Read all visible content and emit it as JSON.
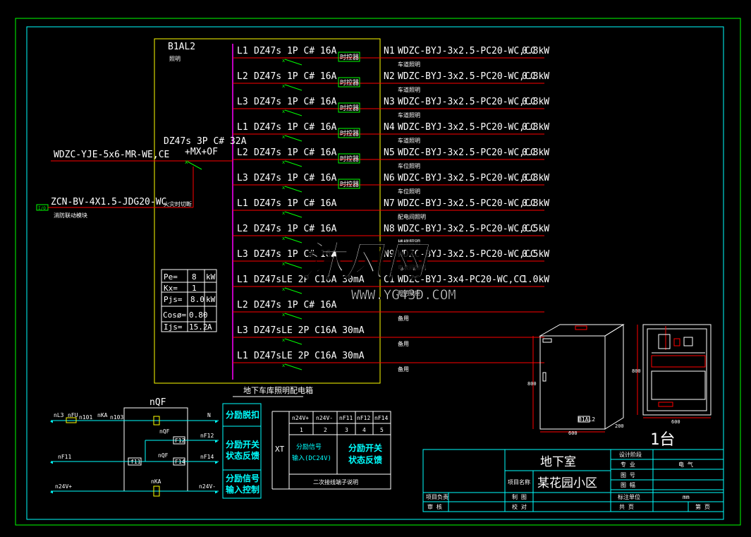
{
  "panel": {
    "id": "B1AL2",
    "sub": "照明",
    "caption": "地下车库照明配电箱",
    "main_breaker": "DZ47s 3P C# 32A",
    "main_breaker_aux": "+MX+OF",
    "incoming_cable": "WDZC-YJE-5x6-MR-WE,CE",
    "fire_cable": "ZCN-BV-4X1.5-JDG20-WC",
    "fire_module_tag": "I/O",
    "fire_module_note": "消防联动模块",
    "fire_cut_label": "火灾时切断",
    "load_table": [
      {
        "k": "Pe=",
        "v": "8",
        "u": "kW"
      },
      {
        "k": "Kx=",
        "v": "1",
        "u": ""
      },
      {
        "k": "Pjs=",
        "v": "8.0",
        "u": "kW"
      },
      {
        "k": "Cosø=",
        "v": "0.80",
        "u": ""
      },
      {
        "k": "Ijs=",
        "v": "15.2",
        "u": "A"
      }
    ]
  },
  "circuits": [
    {
      "phase": "L1",
      "breaker": "DZ47s  1P  C# 16A",
      "timer": "时控器",
      "id": "N1",
      "cable": "WDZC-BYJ-3x2.5-PC20-WC,CC",
      "power": "0.8kW",
      "note": "车道照明"
    },
    {
      "phase": "L2",
      "breaker": "DZ47s  1P  C# 16A",
      "timer": "时控器",
      "id": "N2",
      "cable": "WDZC-BYJ-3x2.5-PC20-WC,CC",
      "power": "0.8kW",
      "note": "车道照明"
    },
    {
      "phase": "L3",
      "breaker": "DZ47s  1P  C# 16A",
      "timer": "时控器",
      "id": "N3",
      "cable": "WDZC-BYJ-3x2.5-PC20-WC,CC",
      "power": "0.8kW",
      "note": "车道照明"
    },
    {
      "phase": "L1",
      "breaker": "DZ47s  1P  C# 16A",
      "timer": "时控器",
      "id": "N4",
      "cable": "WDZC-BYJ-3x2.5-PC20-WC,CC",
      "power": "0.8kW",
      "note": "车道照明"
    },
    {
      "phase": "L2",
      "breaker": "DZ47s  1P  C# 16A",
      "timer": "时控器",
      "id": "N5",
      "cable": "WDZC-BYJ-3x2.5-PC20-WC,CC",
      "power": "0.8kW",
      "note": "车位照明"
    },
    {
      "phase": "L3",
      "breaker": "DZ47s  1P  C# 16A",
      "timer": "时控器",
      "id": "N6",
      "cable": "WDZC-BYJ-3x2.5-PC20-WC,CC",
      "power": "0.8kW",
      "note": "车位照明"
    },
    {
      "phase": "L1",
      "breaker": "DZ47s  1P  C# 16A",
      "timer": "",
      "id": "N7",
      "cable": "WDZC-BYJ-3x2.5-PC20-WC,CC",
      "power": "0.8kW",
      "note": "配电间照明"
    },
    {
      "phase": "L2",
      "breaker": "DZ47s  1P  C# 16A",
      "timer": "",
      "id": "N8",
      "cable": "WDZC-BYJ-3x2.5-PC20-WC,CC",
      "power": "0.5kW",
      "note": "楼梯照明"
    },
    {
      "phase": "L3",
      "breaker": "DZ47s  1P  C# 16A",
      "timer": "",
      "id": "N9",
      "cable": "WDZC-BYJ-3x2.5-PC20-WC,CC",
      "power": "0.5kW",
      "note": "电表间照明"
    },
    {
      "phase": "L1",
      "breaker": "DZ47sLE  2P  C16A  30mA",
      "timer": "",
      "id": "C1",
      "cable": "WDZC-BYJ-3x4-PC20-WC,CC",
      "power": "1.0kW",
      "note": "照明插座"
    },
    {
      "phase": "L2",
      "breaker": "DZ47s  1P  C# 16A",
      "timer": "",
      "id": "",
      "cable": "",
      "power": "",
      "note": "备用"
    },
    {
      "phase": "L3",
      "breaker": "DZ47sLE  2P  C16A  30mA",
      "timer": "",
      "id": "",
      "cable": "",
      "power": "",
      "note": "备用"
    },
    {
      "phase": "L1",
      "breaker": "DZ47sLE  2P  C16A  30mA",
      "timer": "",
      "id": "",
      "cable": "",
      "power": "",
      "note": "备用"
    }
  ],
  "control": {
    "breaker": "nQF",
    "fuse": "nFU",
    "ka": "nKA",
    "wires": {
      "nL3": "nL3",
      "n101": "n101",
      "n103": "n103",
      "N": "N",
      "nF11": "nF11",
      "nF12": "nF12",
      "nF14": "nF14",
      "n24V_in": "n24V+",
      "n24V_out": "n24V-"
    },
    "contacts": {
      "f12": "F12",
      "f11": "f11",
      "f14": "F14",
      "nqf_a": "nQF",
      "nqf_b": "nQF"
    },
    "labels": [
      "分励脱扣",
      "分励开关\n状态反馈",
      "分励信号\n输入控制"
    ]
  },
  "terminals": {
    "prefix": "XT",
    "headers": [
      "n24V+",
      "n24V-",
      "nF11",
      "nF12",
      "nF14"
    ],
    "numbers": [
      "1",
      "2",
      "3",
      "4",
      "5"
    ],
    "signal_label": "分励信号\n输入(DC24V)",
    "feedback_label": "分励开关\n状态反馈",
    "caption": "二次接线端子说明"
  },
  "cabinet": {
    "width_dim": "600",
    "height_dim": "800",
    "depth_dim": "200",
    "door_tag": "B1AL2",
    "count": "1台"
  },
  "title_block": {
    "drawing_name": "地下室",
    "project_label": "项目名称",
    "project_name": "某花园小区",
    "design_label": "设计阶段",
    "profession_label": "专  业",
    "profession_value": "电  气",
    "drawing_no_label": "图  号",
    "scale_label": "图  幅",
    "std_label": "标注单位",
    "std_value": "mm",
    "total_label": "共    页",
    "page_label": "第    页",
    "leader_label": "项目负责",
    "draw_label": "制    图",
    "check_label": "审    核",
    "proof_label": "校    对"
  },
  "watermark": {
    "brand": "沐风网",
    "url": "WWW.YG43D.COM"
  },
  "colors": {
    "frame_green": "#00ff00",
    "frame_cyan": "#00ffff",
    "wire_red": "#ff0000",
    "bus_magenta": "#ff00ff",
    "panel_yellow": "#ffff00",
    "switch_green": "#00ff00"
  }
}
